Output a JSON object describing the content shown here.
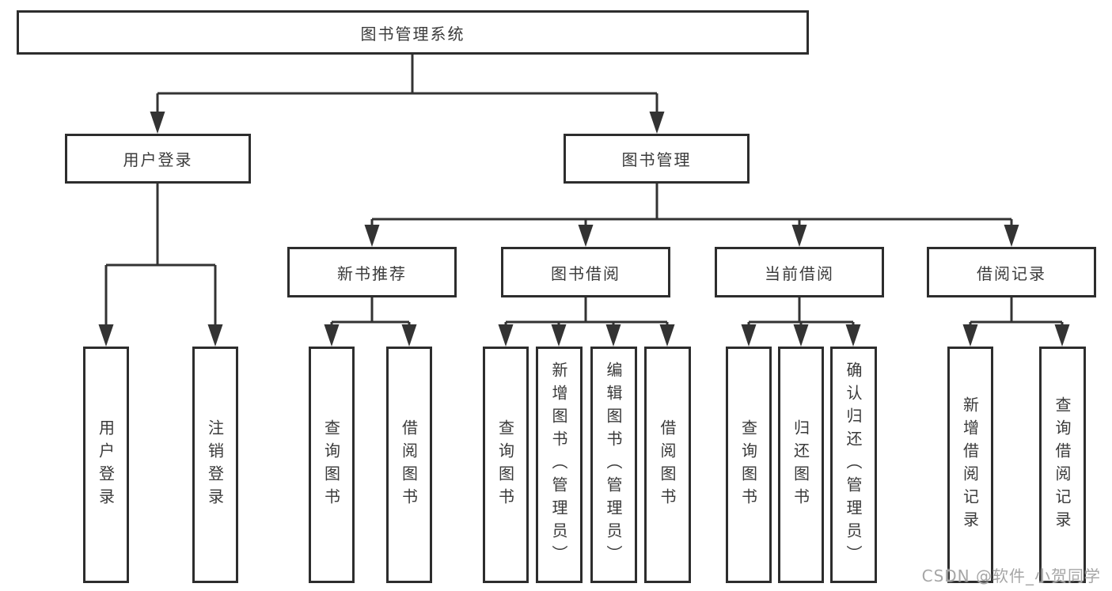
{
  "diagram_type": "functional-structure-tree",
  "tree": {
    "label": "图书管理系统",
    "children": [
      {
        "label": "用户登录",
        "children": [
          {
            "label": "用户登录"
          },
          {
            "label": "注销登录"
          }
        ]
      },
      {
        "label": "图书管理",
        "children": [
          {
            "label": "新书推荐",
            "children": [
              {
                "label": "查询图书"
              },
              {
                "label": "借阅图书"
              }
            ]
          },
          {
            "label": "图书借阅",
            "children": [
              {
                "label": "查询图书"
              },
              {
                "label": "新增图书（管理员）"
              },
              {
                "label": "编辑图书（管理员）"
              },
              {
                "label": "借阅图书"
              }
            ]
          },
          {
            "label": "当前借阅",
            "children": [
              {
                "label": "查询图书"
              },
              {
                "label": "归还图书"
              },
              {
                "label": "确认归还（管理员）"
              }
            ]
          },
          {
            "label": "借阅记录",
            "children": [
              {
                "label": "新增借阅记录"
              },
              {
                "label": "查询借阅记录"
              }
            ]
          }
        ]
      }
    ]
  },
  "watermark": {
    "text": "CSDN @软件_小贺同学"
  },
  "colors": {
    "background": "#ffffff",
    "box_border": "#2d2d2d",
    "line": "#333333",
    "text": "#3a3a3a",
    "watermark": "#a6a6a6"
  }
}
